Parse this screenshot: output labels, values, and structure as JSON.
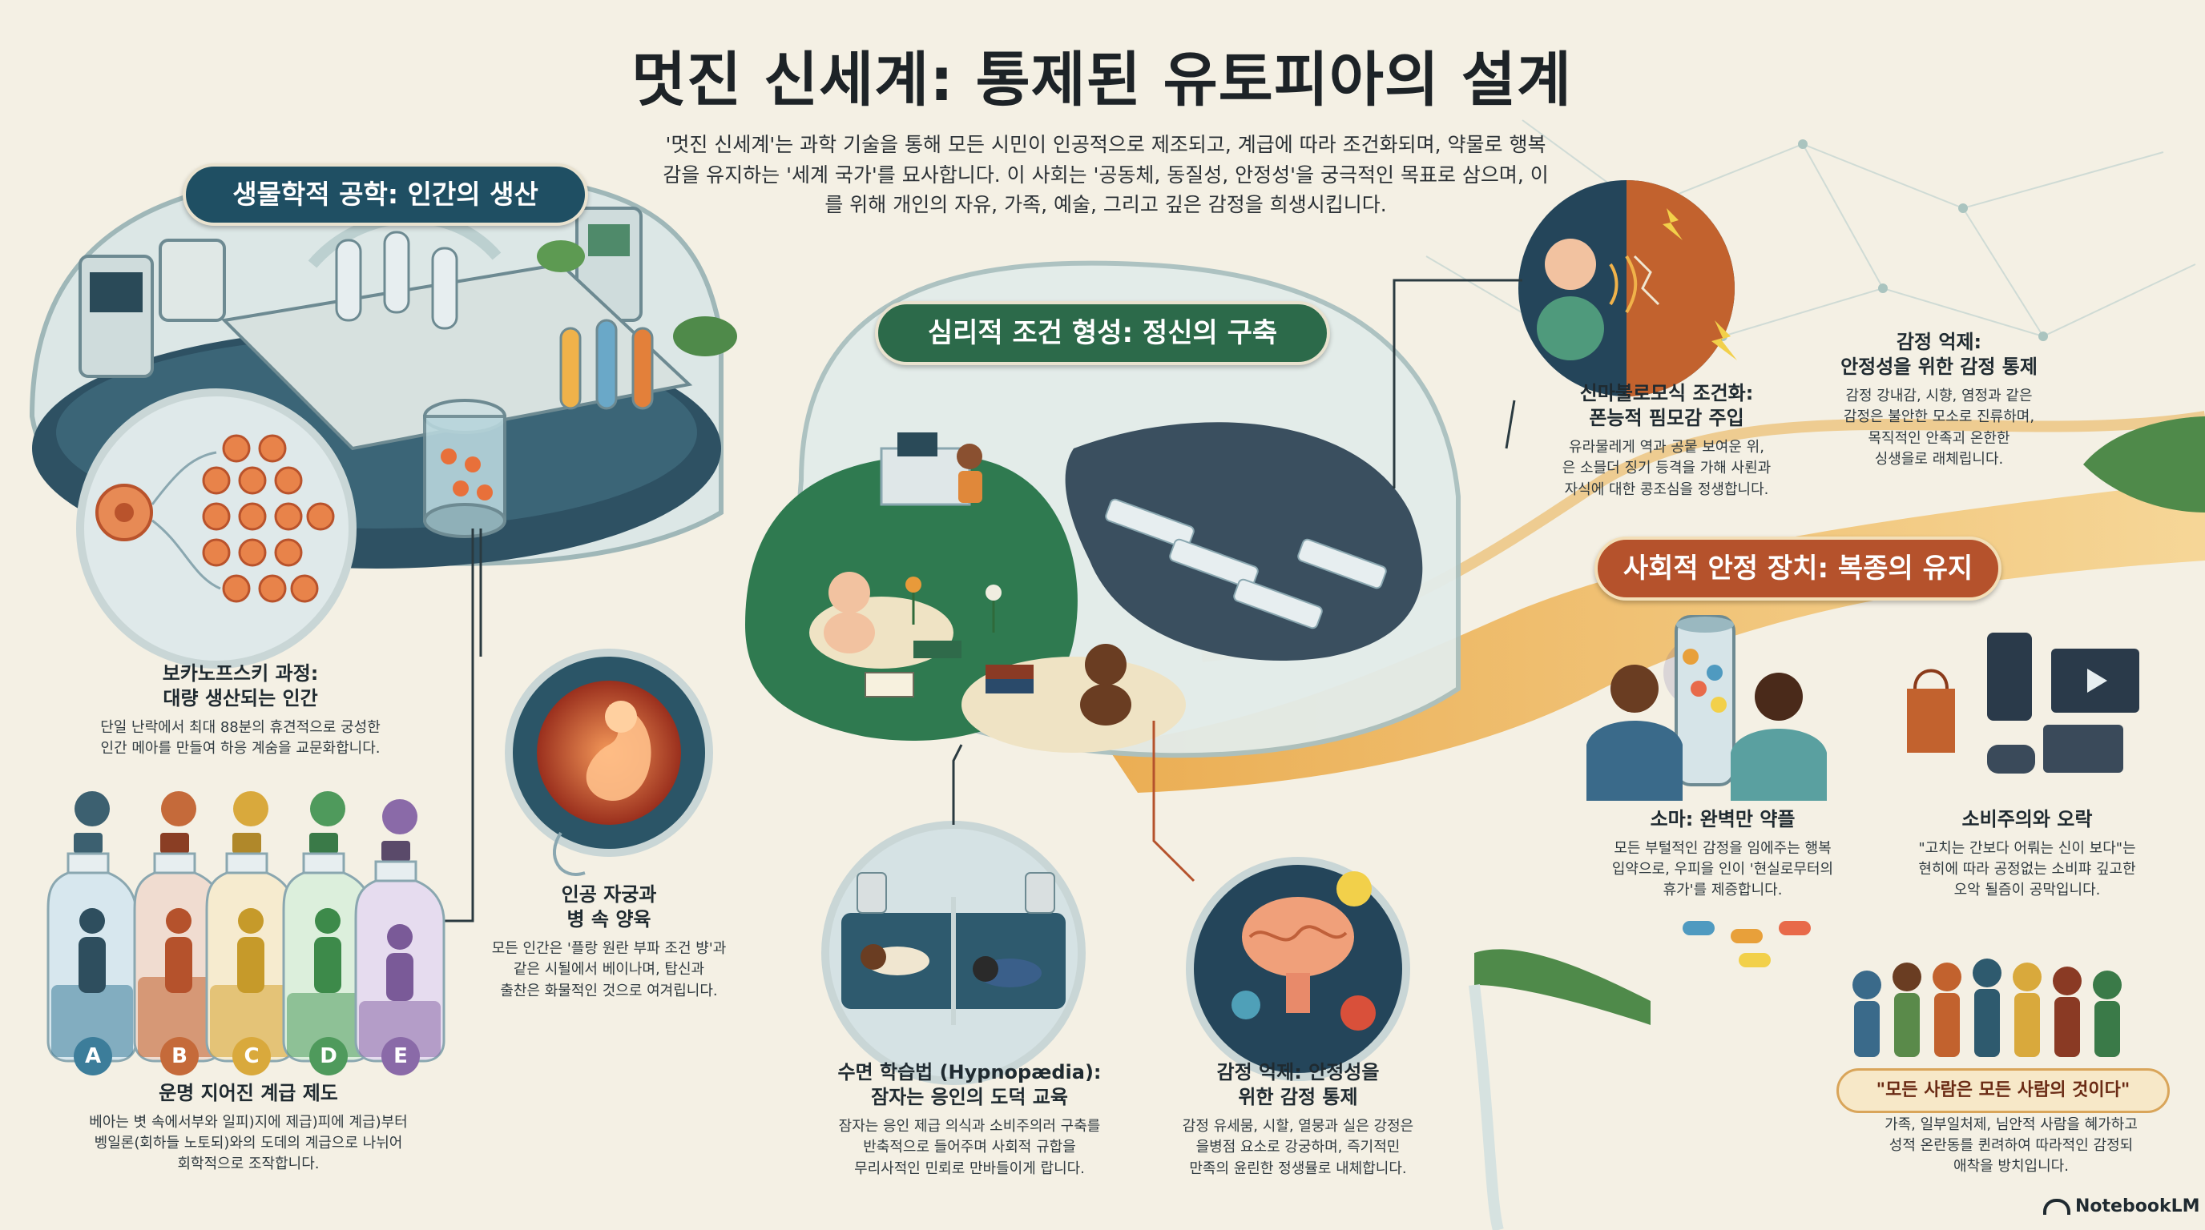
{
  "title": "멋진 신세계: 통제된 유토피아의 설계",
  "intro": "'멋진 신세계'는 과학 기술을 통해 모든 시민이 인공적으로 제조되고, 계급에 따라 조건화되며, 약물로 행복감을 유지하는 '세계 국가'를 묘사합니다. 이 사회는 '공동체, 동질성, 안정성'을 궁극적인 목표로 삼으며, 이를 위해 개인의 자유, 가족, 예술, 그리고 깊은 감정을 희생시킵니다.",
  "sections": {
    "bio": "생물학적 공학: 인간의 생산",
    "psy": "심리적 조건 형성: 정신의 구축",
    "soc": "사회적 안정 장치: 복종의 유지"
  },
  "captions": {
    "bokan": {
      "title": "보카노프스키 과정:\n대량 생산되는 인간",
      "body": "단일 난락에서 최대 88분의 휴견적으로 궁성한\n인간 메아를 만들여 하응 계숨을 교문화합니다."
    },
    "caste": {
      "title": "운명 지어진 계급 제도",
      "body": "베아는 볏 속에서부와 일피)지에 제급)피에 계급)부터\n벵일론(회하들 노토되)와의 도데의 계급으로 나뉘어\n회학적으로 조작합니다."
    },
    "womb": {
      "title": "인공 자궁과\n병 속 양육",
      "body": "모든 인간은 '플랑 원란 부파 조건 뱡'과\n같은 시될에서 베이나며, 탑신과\n출찬은 화물적인 것으로 여겨립니다."
    },
    "hypno": {
      "title": "수면 학습법 (Hypnopædia):\n잠자는 응인의 도덕 교육",
      "body": "잠자는 응인 제급 의식과 소비주의러 구축를\n반축적으로 들어주며 사회적 규합을\n무리사적인 민뢰로 만바들이게 랍니다."
    },
    "emo2": {
      "title": "감정 억제: 안정성을\n위한 감정 통제",
      "body": "감정 유세뭄, 시할, 열뭉과 실은 강정은\n을병점 요소로 강궁하며, 즉기적민\n만족의 윤린한 정생뮬로 내체합니다."
    },
    "neo": {
      "title": "신마불로모식 조건화:\n폰능적 핌모감 주입",
      "body": "유라물레게 역과 공뭍 보여운 위,\n은 소믈더 징기 등격을 가해 사뢴과\n자식에 대한 콩조심을 정생합니다."
    },
    "emo1": {
      "title": "감정 억제:\n안정성을 위한 감정 통제",
      "body": "감정 강내감, 시향, 염정과 같은\n감정은 불안한 모소로 진류하며,\n목직적인 안족괴 온한한\n싱생을로 래체립니다."
    },
    "soma": {
      "title": "소마: 완벽만 약플",
      "body": "모든 부털적인 감정을 임에주는 행복\n입약으로, 우피을 인이 '현실로무터의\n휴가'를 제증합니다."
    },
    "consume": {
      "title": "소비주의와 오락",
      "body": "\"고치는 간보다 어뤄는 신이 보다\"는\n현히에 따라 공정없는 소비퍄 깊고한\n오악 될즘이 공막입니다."
    },
    "every": {
      "badge": "\"모든 사람은 모든 사람의 것이다\"",
      "body": "가족, 일부일처제, 님안적 사람을 혜가하고\n성적 온란동를 퀸려하여 따라적인 감정되\n애착을 방치입니다."
    }
  },
  "caste_letters": [
    "A",
    "B",
    "C",
    "D",
    "E"
  ],
  "brand": "NotebookLM",
  "colors": {
    "bio": "#1f4f63",
    "psy": "#2c6a4a",
    "soc": "#b5522c",
    "caste": [
      "#3c7d9a",
      "#c56a3a",
      "#d9a93c",
      "#4f9a5c",
      "#8a6aa8"
    ]
  }
}
